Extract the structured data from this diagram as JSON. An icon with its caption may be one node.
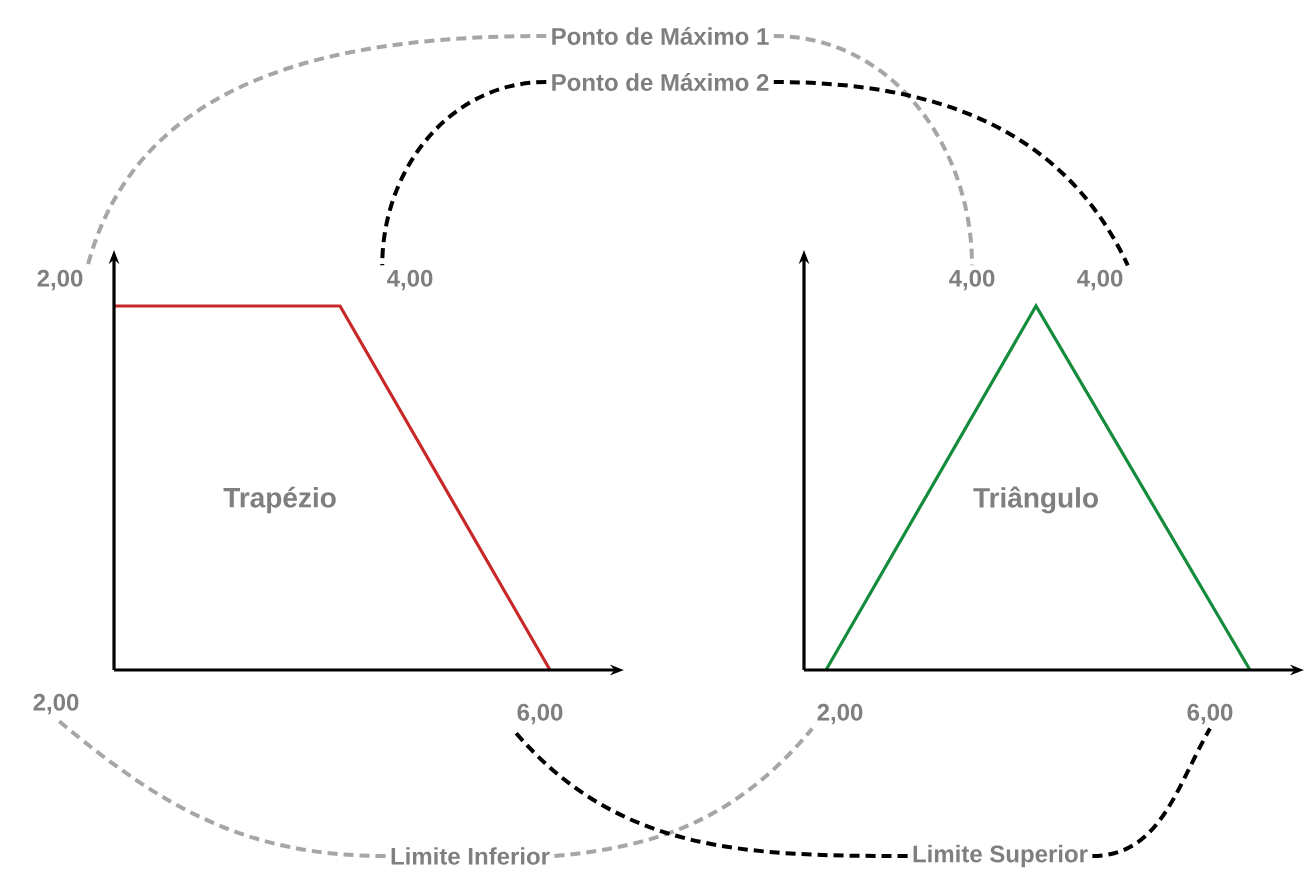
{
  "diagram": {
    "nodes": [
      {
        "text": [
          "Ponto de Máximo 1"
        ]
      },
      {
        "text": [
          "Ponto de Máximo 2"
        ]
      },
      {
        "text": [
          "2,00"
        ]
      },
      {
        "text": [
          "4,00"
        ]
      },
      {
        "text": [
          "4,00"
        ]
      },
      {
        "text": [
          "4,00"
        ]
      },
      {
        "text": [
          "2,00"
        ]
      },
      {
        "text": [
          "6,00"
        ]
      },
      {
        "text": [
          "2,00"
        ]
      },
      {
        "text": [
          "6,00"
        ]
      },
      {
        "text": [
          "Limite Inferior"
        ]
      },
      {
        "text": [
          "Limite Superior"
        ]
      }
    ],
    "edges": [
      {
        "from": 0,
        "to": 2,
        "arrow": "none",
        "style": "dashed",
        "color": "#a6a6a6"
      },
      {
        "from": 0,
        "to": 4,
        "arrow": "none",
        "style": "dashed",
        "color": "#a6a6a6"
      },
      {
        "from": 1,
        "to": 3,
        "arrow": "none",
        "style": "dashed",
        "color": "#000000"
      },
      {
        "from": 1,
        "to": 5,
        "arrow": "none",
        "style": "dashed",
        "color": "#000000"
      },
      {
        "from": 10,
        "to": 6,
        "arrow": "none",
        "style": "dashed",
        "color": "#a6a6a6"
      },
      {
        "from": 10,
        "to": 8,
        "arrow": "none",
        "style": "dashed",
        "color": "#a6a6a6"
      },
      {
        "from": 11,
        "to": 7,
        "arrow": "none",
        "style": "dashed",
        "color": "#000000"
      },
      {
        "from": 11,
        "to": 9,
        "arrow": "none",
        "style": "dashed",
        "color": "#000000"
      }
    ],
    "labels": [
      "Trapézio",
      "Triângulo"
    ]
  }
}
